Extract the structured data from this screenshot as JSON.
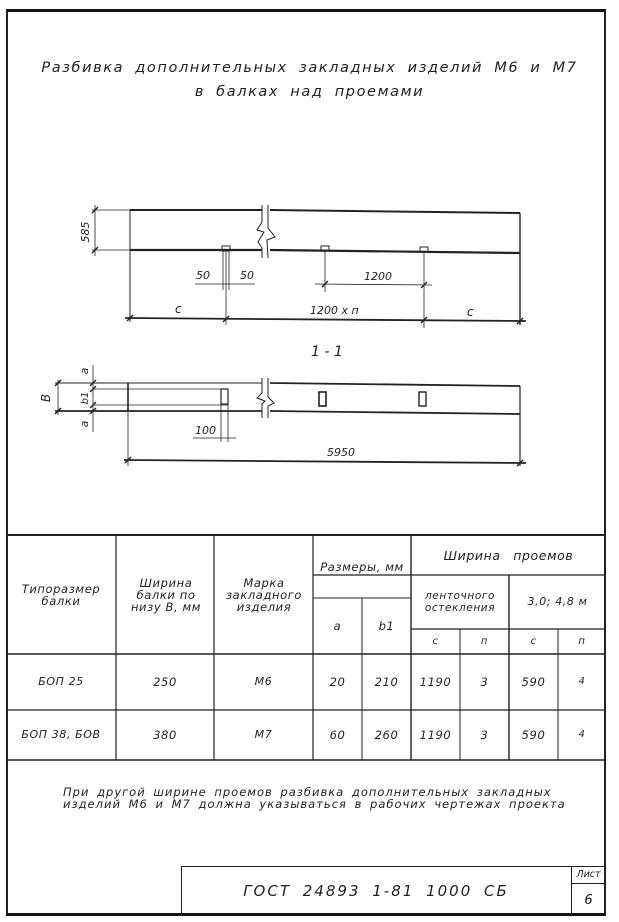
{
  "title": {
    "line1": "Разбивка дополнительных закладных изделий М6 и М7",
    "line2": "в балках над проемами"
  },
  "elevation_view": {
    "height_dim": "585",
    "left_gap_dim": "50",
    "right_gap_dim": "50",
    "spacing_dim": "1200",
    "left_end_dim": "с",
    "middle_dim": "1200 х п",
    "right_end_dim": "с"
  },
  "section_view": {
    "label": "1 - 1",
    "width_dim": "В",
    "edge_dim_top": "а",
    "inner_dim": "b1",
    "edge_dim_bottom": "а",
    "insert_dim": "100",
    "length_dim": "5950"
  },
  "table": {
    "headers": {
      "type_size": "Типоразмер балки",
      "beam_width": "Ширина балки по низу В, мм",
      "insert_mark": "Марка закладного изделия",
      "dimensions": "Размеры, мм",
      "dim_a": "а",
      "dim_b1": "b1",
      "opening_width": "Ширина проемов",
      "strip_glazing": "ленточного остекления",
      "size_3_48": "3,0; 4,8 м",
      "c1": "с",
      "n1": "п",
      "c2": "с",
      "n2": "п"
    },
    "rows": [
      {
        "type_size": "БОП 25",
        "beam_width": "250",
        "mark": "М6",
        "a": "20",
        "b1": "210",
        "c1": "1190",
        "n1": "3",
        "c2": "590",
        "n2": "4"
      },
      {
        "type_size": "БОП 38, БОВ",
        "beam_width": "380",
        "mark": "М7",
        "a": "60",
        "b1": "260",
        "c1": "1190",
        "n1": "3",
        "c2": "590",
        "n2": "4"
      }
    ]
  },
  "note": {
    "line1": "При другой ширине проемов разбивка дополнительных закладных",
    "line2": "изделий М6 и М7 должна указываться в рабочих чертежах проекта"
  },
  "stamp": {
    "code": "ГОСТ 24893 1-81 1000 СБ",
    "sheet_label": "Лист",
    "sheet_number": "6"
  }
}
